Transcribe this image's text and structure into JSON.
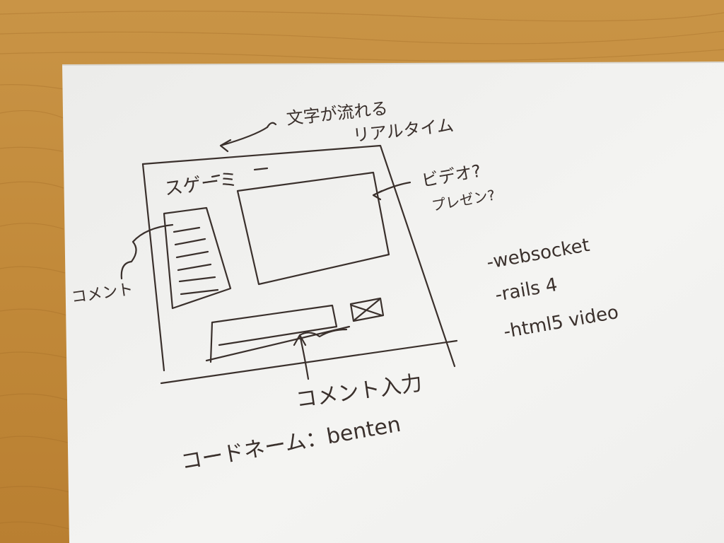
{
  "colors": {
    "desk": "#c8913e",
    "desk_dark": "#a8702a",
    "paper": "#f3f3f1",
    "ink": "#3a302c"
  },
  "notes": {
    "ticker_line1": "文字が流れる",
    "ticker_line2": "リアルタイム",
    "title": "スゲーミ",
    "video_line1": "ビデオ?",
    "video_line2": "プレゼン?",
    "comments": "コメント",
    "comment_input": "コメント入力",
    "codename": "コードネーム：benten",
    "tech": [
      "-websocket",
      "-rails 4",
      "-html5 video"
    ]
  }
}
